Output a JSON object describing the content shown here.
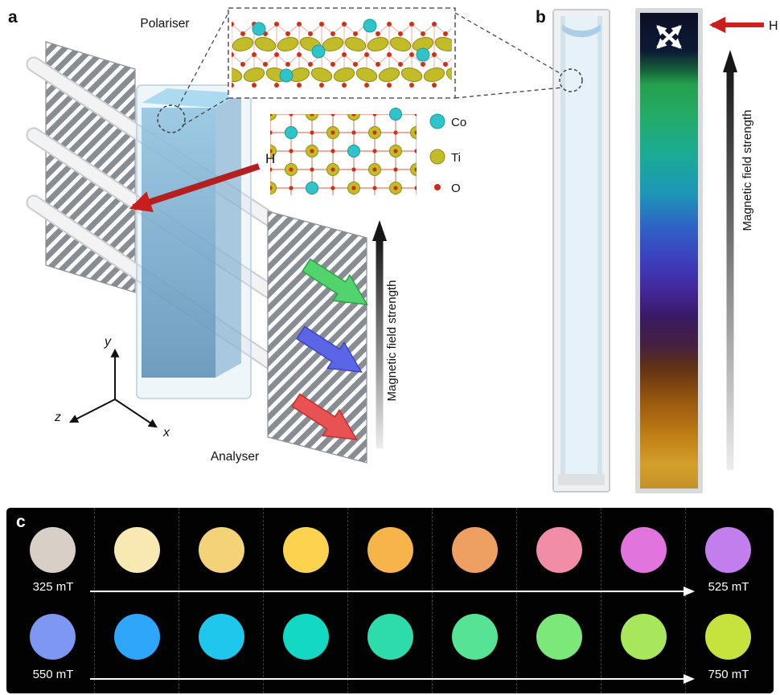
{
  "figure": {
    "panel_a": {
      "tag": "a",
      "polariser_label": "Polariser",
      "analyser_label": "Analyser",
      "h_label": "H",
      "field_axis_label": "Magnetic field strength",
      "axes": {
        "x": "x",
        "y": "y",
        "z": "z"
      },
      "legend": [
        {
          "label": "Co",
          "color": "#2fc4c9"
        },
        {
          "label": "Ti",
          "color": "#c2bc28"
        },
        {
          "label": "O",
          "color": "#d42616"
        }
      ],
      "beam_colors": [
        "#52d36c",
        "#5b66e6",
        "#e85252"
      ]
    },
    "panel_b": {
      "tag": "b",
      "h_label": "H",
      "field_axis_label": "Magnetic field strength",
      "spectrum": [
        "#0a0f24",
        "#0d1a36",
        "#156038",
        "#25a04e",
        "#23ab68",
        "#1cab96",
        "#1d96b8",
        "#2f62c6",
        "#3c3fbe",
        "#44289c",
        "#3a1a64",
        "#46203e",
        "#653312",
        "#9c5a10",
        "#c07f16",
        "#d4a02a",
        "#c2912a"
      ]
    },
    "panel_c": {
      "tag": "c",
      "rows": [
        {
          "start_label": "325 mT",
          "end_label": "525 mT",
          "colors": [
            "#d8d0c6",
            "#f8e9b2",
            "#f4d277",
            "#fbd34f",
            "#f6b44b",
            "#ee9f62",
            "#f18da6",
            "#e274de",
            "#c17eec"
          ]
        },
        {
          "start_label": "550 mT",
          "end_label": "750 mT",
          "colors": [
            "#7d97f2",
            "#2ea6fa",
            "#1fc7ec",
            "#13d8c2",
            "#2edcab",
            "#57e396",
            "#7ce87a",
            "#a8e75c",
            "#c6e23c"
          ]
        }
      ]
    }
  }
}
